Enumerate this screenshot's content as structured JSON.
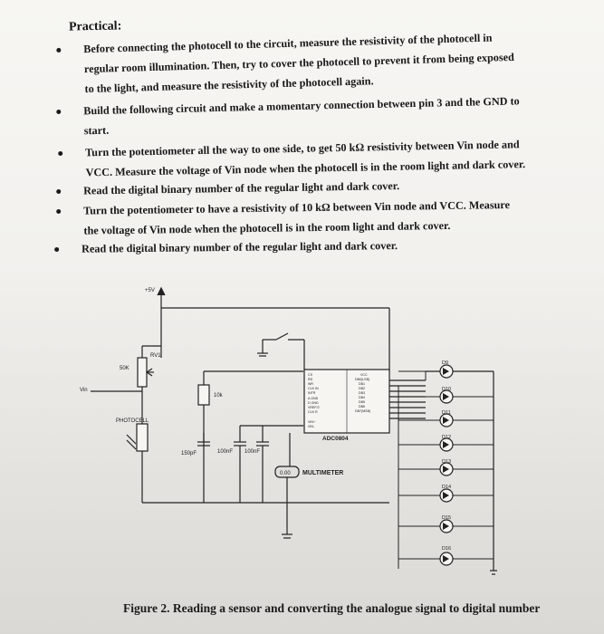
{
  "document": {
    "heading": "Practical:",
    "bullets": [
      {
        "lines": [
          "Before connecting the photocell to the circuit, measure the resistivity of the photocell in",
          "regular room illumination. Then, try to cover the photocell to prevent it from being exposed",
          "to the light, and measure the resistivity of the photocell again."
        ]
      },
      {
        "lines": [
          "Build the following circuit and make a momentary connection between pin 3 and the GND to",
          "start."
        ]
      },
      {
        "lines": [
          "Turn the potentiometer all the way to one side, to get 50 kΩ resistivity between Vin node and",
          "VCC. Measure the voltage of Vin node when the photocell is in the room light and dark cover."
        ]
      },
      {
        "lines": [
          "Read the digital binary number of the regular light and dark cover."
        ]
      },
      {
        "lines": [
          "Turn the potentiometer to have a resistivity of 10 kΩ between Vin node and VCC. Measure",
          "the voltage of Vin node when the photocell is in the room light and dark cover."
        ]
      },
      {
        "lines": [
          "Read the digital binary number of the regular light and dark cover."
        ]
      }
    ],
    "caption": "Figure 2. Reading a sensor and converting the analogue signal to digital number"
  },
  "circuit": {
    "supply_label": "+5V",
    "pot_label": "RV1",
    "pot_value": "50K",
    "vin_label": "Vin",
    "photocell_label": "PHOTOCELL",
    "resistor_label": "10k",
    "cap_labels": [
      "150pF",
      "100nF",
      "100nF"
    ],
    "meter_label": "MULTIMETER",
    "meter_readout": "0.00",
    "adc_label": "ADC0804",
    "adc_left_pins": [
      "CS",
      "RD",
      "WR",
      "CLK IN",
      "INTR",
      "A GND",
      "D GND",
      "VREF/2",
      "CLK R",
      "VIN+",
      "VIN-"
    ],
    "adc_right_pins": [
      "VCC",
      "DB0(LSB)",
      "DB1",
      "DB2",
      "DB3",
      "DB4",
      "DB5",
      "DB6",
      "DB7(MSB)"
    ],
    "leds": [
      "D9",
      "D10",
      "D11",
      "D12",
      "D13",
      "D14",
      "D15",
      "D16"
    ]
  }
}
